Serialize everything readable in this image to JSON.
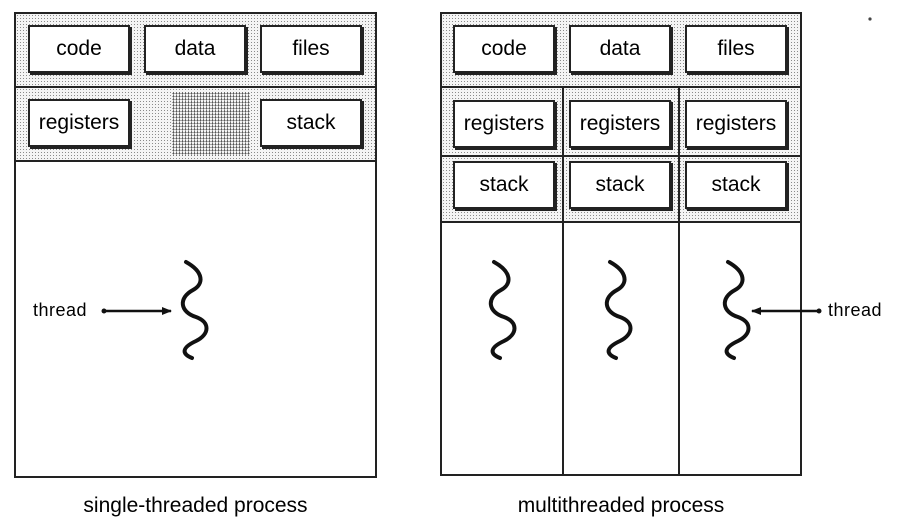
{
  "single": {
    "top_boxes": [
      "code",
      "data",
      "files"
    ],
    "registers": "registers",
    "stack": "stack",
    "thread_label": "thread",
    "caption": "single-threaded process"
  },
  "multi": {
    "top_boxes": [
      "code",
      "data",
      "files"
    ],
    "threads": [
      {
        "registers": "registers",
        "stack": "stack"
      },
      {
        "registers": "registers",
        "stack": "stack"
      },
      {
        "registers": "registers",
        "stack": "stack"
      }
    ],
    "thread_label": "thread",
    "caption": "multithreaded process"
  }
}
